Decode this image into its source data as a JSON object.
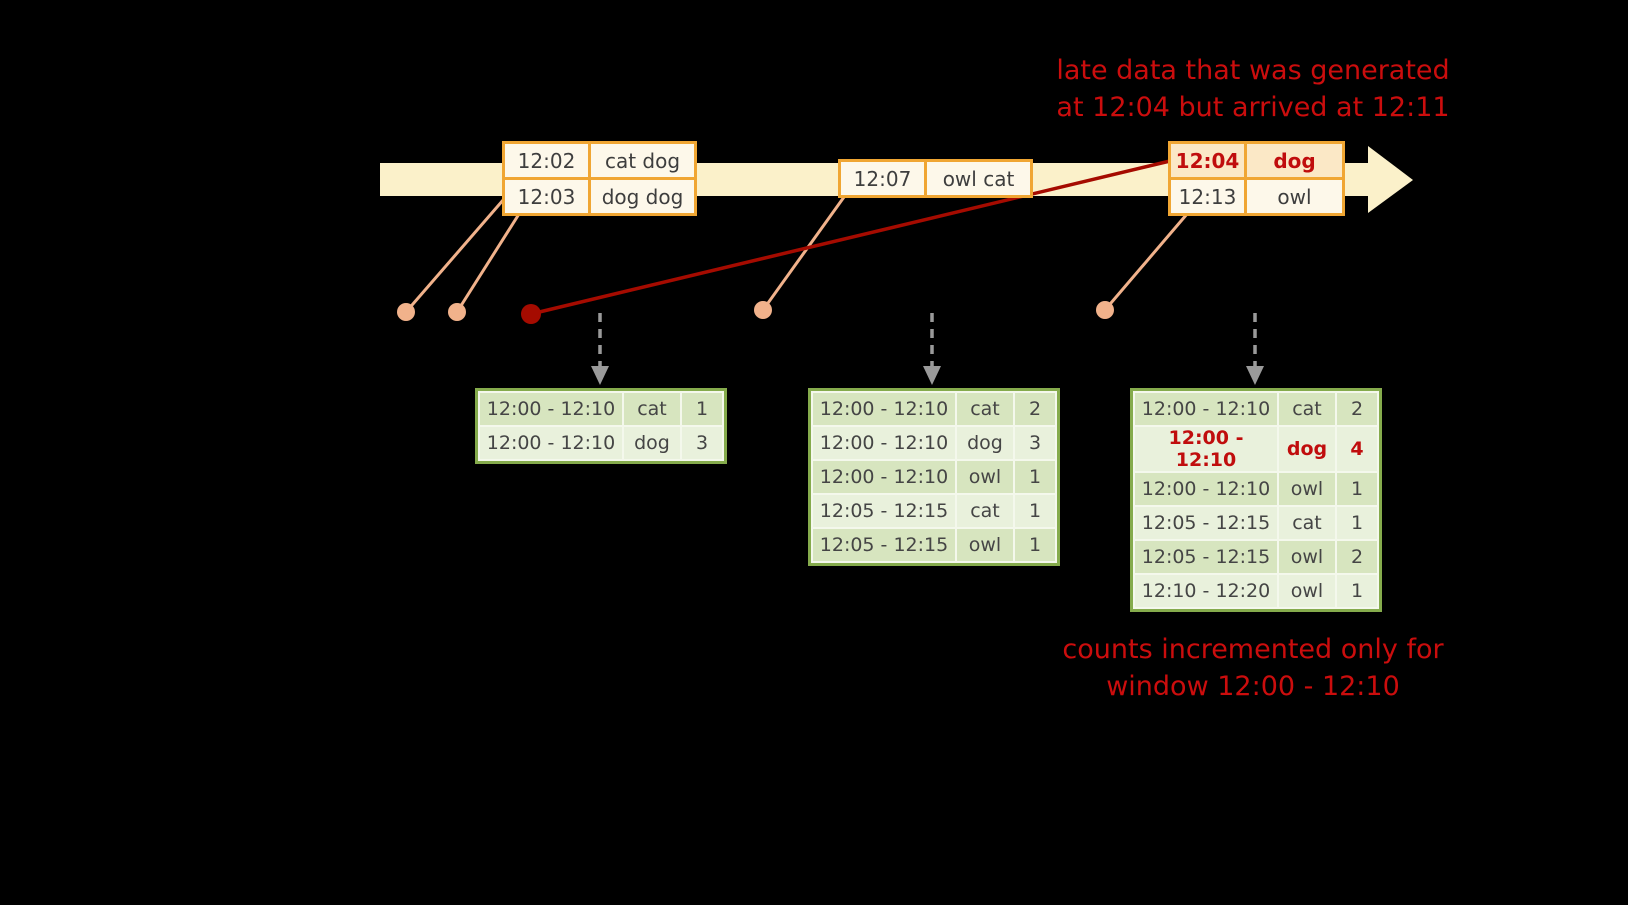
{
  "annotations": {
    "late_data_line1": "late data that was generated",
    "late_data_line2": "at 12:04 but arrived at 12:11",
    "counts_note_line1": "counts incremented only for",
    "counts_note_line2": "window 12:00 - 12:10"
  },
  "timeline": {
    "event_groups": [
      {
        "rows": [
          [
            "12:02",
            "cat dog"
          ],
          [
            "12:03",
            "dog dog"
          ]
        ]
      },
      {
        "rows": [
          [
            "12:07",
            "owl cat"
          ]
        ]
      },
      {
        "rows": [
          [
            "12:04",
            "dog"
          ],
          [
            "12:13",
            "owl"
          ]
        ]
      }
    ]
  },
  "result_tables": [
    {
      "rows": [
        [
          "12:00 - 12:10",
          "cat",
          "1"
        ],
        [
          "12:00 - 12:10",
          "dog",
          "3"
        ]
      ]
    },
    {
      "rows": [
        [
          "12:00 - 12:10",
          "cat",
          "2"
        ],
        [
          "12:00 - 12:10",
          "dog",
          "3"
        ],
        [
          "12:00 - 12:10",
          "owl",
          "1"
        ],
        [
          "12:05 - 12:15",
          "cat",
          "1"
        ],
        [
          "12:05 - 12:15",
          "owl",
          "1"
        ]
      ]
    },
    {
      "rows": [
        [
          "12:00 - 12:10",
          "cat",
          "2"
        ],
        [
          "12:00 - 12:10",
          "dog",
          "4"
        ],
        [
          "12:00 - 12:10",
          "owl",
          "1"
        ],
        [
          "12:05 - 12:15",
          "cat",
          "1"
        ],
        [
          "12:05 - 12:15",
          "owl",
          "2"
        ],
        [
          "12:10 - 12:20",
          "owl",
          "1"
        ]
      ]
    }
  ],
  "colors": {
    "background": "#000000",
    "annotation_red": "#cb0d0d",
    "late_text_red": "#c00d0d",
    "timeline_cream": "#fbf1ca",
    "event_border_orange": "#f0a633",
    "event_fill": "#fdf8ea",
    "late_event_fill": "#fbe8c6",
    "connector_salmon": "#f1b28b",
    "late_line_red": "#a50b00",
    "table_border_green": "#85ab4c",
    "table_row_dark": "#d7e5bf",
    "table_row_light": "#e9f1dc",
    "trigger_arrow_gray": "#9a9a9a"
  }
}
